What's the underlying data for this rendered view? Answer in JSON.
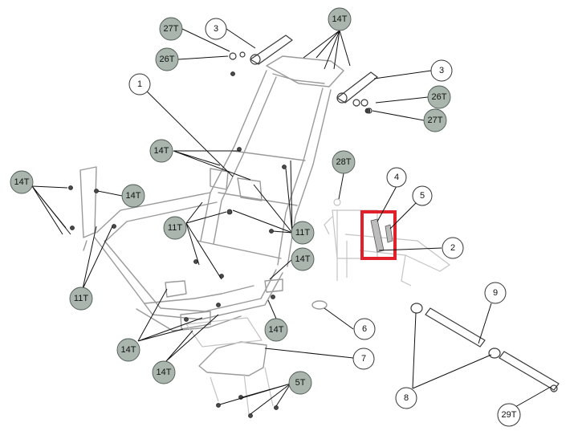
{
  "callouts": {
    "c27t_top": "27T",
    "c3_top": "3",
    "c26t_top": "26T",
    "c14t_top": "14T",
    "c3_right": "3",
    "c26t_right": "26T",
    "c27t_right": "27T",
    "c1": "1",
    "c14t_mid": "14T",
    "c28t": "28T",
    "c4": "4",
    "c5": "5",
    "c2": "2",
    "c14t_left": "14T",
    "c14t_left2": "14T",
    "c11t_mid": "11T",
    "c11t_right": "11T",
    "c14t_right2": "14T",
    "c11t_left": "11T",
    "c9": "9",
    "c6": "6",
    "c14t_bottom_mid": "14T",
    "c14t_bottom_left": "14T",
    "c7": "7",
    "c14t_bottom": "14T",
    "c5t": "5T",
    "c8": "8",
    "c29t": "29T"
  },
  "colors": {
    "highlight": "#e0202a",
    "bubble_fill": "#a9b5ad"
  }
}
